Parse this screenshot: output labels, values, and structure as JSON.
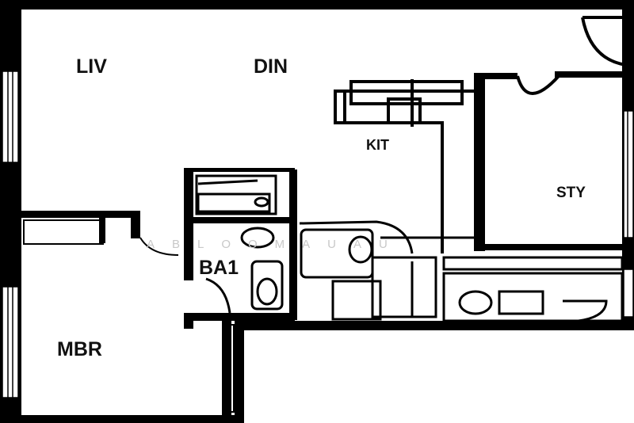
{
  "rooms": {
    "liv": "LIV",
    "din": "DIN",
    "kit": "KIT",
    "sty": "STY",
    "ba1": "BA1",
    "mbr": "MBR"
  },
  "watermark": "ABLOOMAUAU",
  "colors": {
    "wall": "#000000",
    "paper": "#ffffff"
  }
}
